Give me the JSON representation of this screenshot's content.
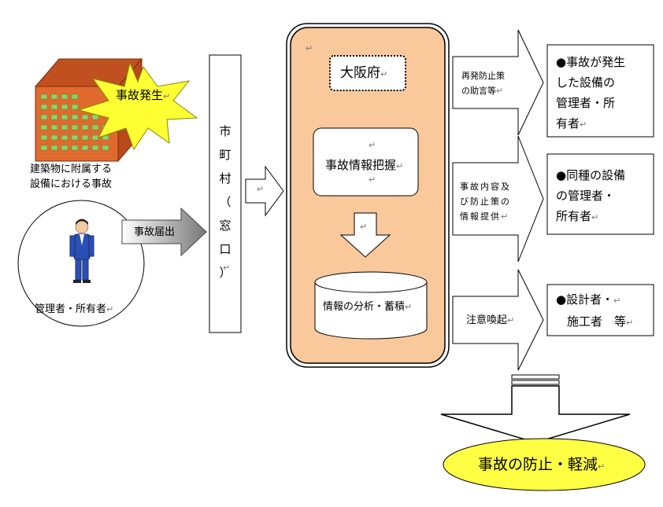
{
  "left": {
    "accident_burst": "事故発生",
    "building_caption": [
      "建築物に附属する",
      "設備における事故"
    ],
    "report_arrow": "事故届出",
    "person_caption": "管理者・所有者"
  },
  "municipality": {
    "label_chars": [
      "市",
      "町",
      "村",
      "（",
      "窓",
      "口",
      "）"
    ]
  },
  "prefecture": {
    "title": "大阪府",
    "info_box": "事故情報把握",
    "database": "情報の分析・蓄積"
  },
  "outputs": [
    {
      "arrow_label": [
        "再発防止策",
        "の助言等"
      ],
      "box_lines": [
        "●事故が発生",
        "した設備の",
        "管理者・所",
        "有者"
      ]
    },
    {
      "arrow_label": [
        "事故内容及",
        "び防止策の",
        "情報提供"
      ],
      "box_lines": [
        "●同種の設備",
        "の管理者・",
        "所有者"
      ]
    },
    {
      "arrow_label": [
        "注意喚起"
      ],
      "box_lines": [
        "●設計者・",
        "施工者　等"
      ]
    }
  ],
  "result": "事故の防止・軽減",
  "colors": {
    "building": "#e06a2e",
    "building_roof": "#c0501f",
    "windows": "#8fd16a",
    "burst": "#ffff33",
    "prefecture_fill": "#f9c89b",
    "result_fill": "#ffff44",
    "report_arrow": "#888888"
  }
}
